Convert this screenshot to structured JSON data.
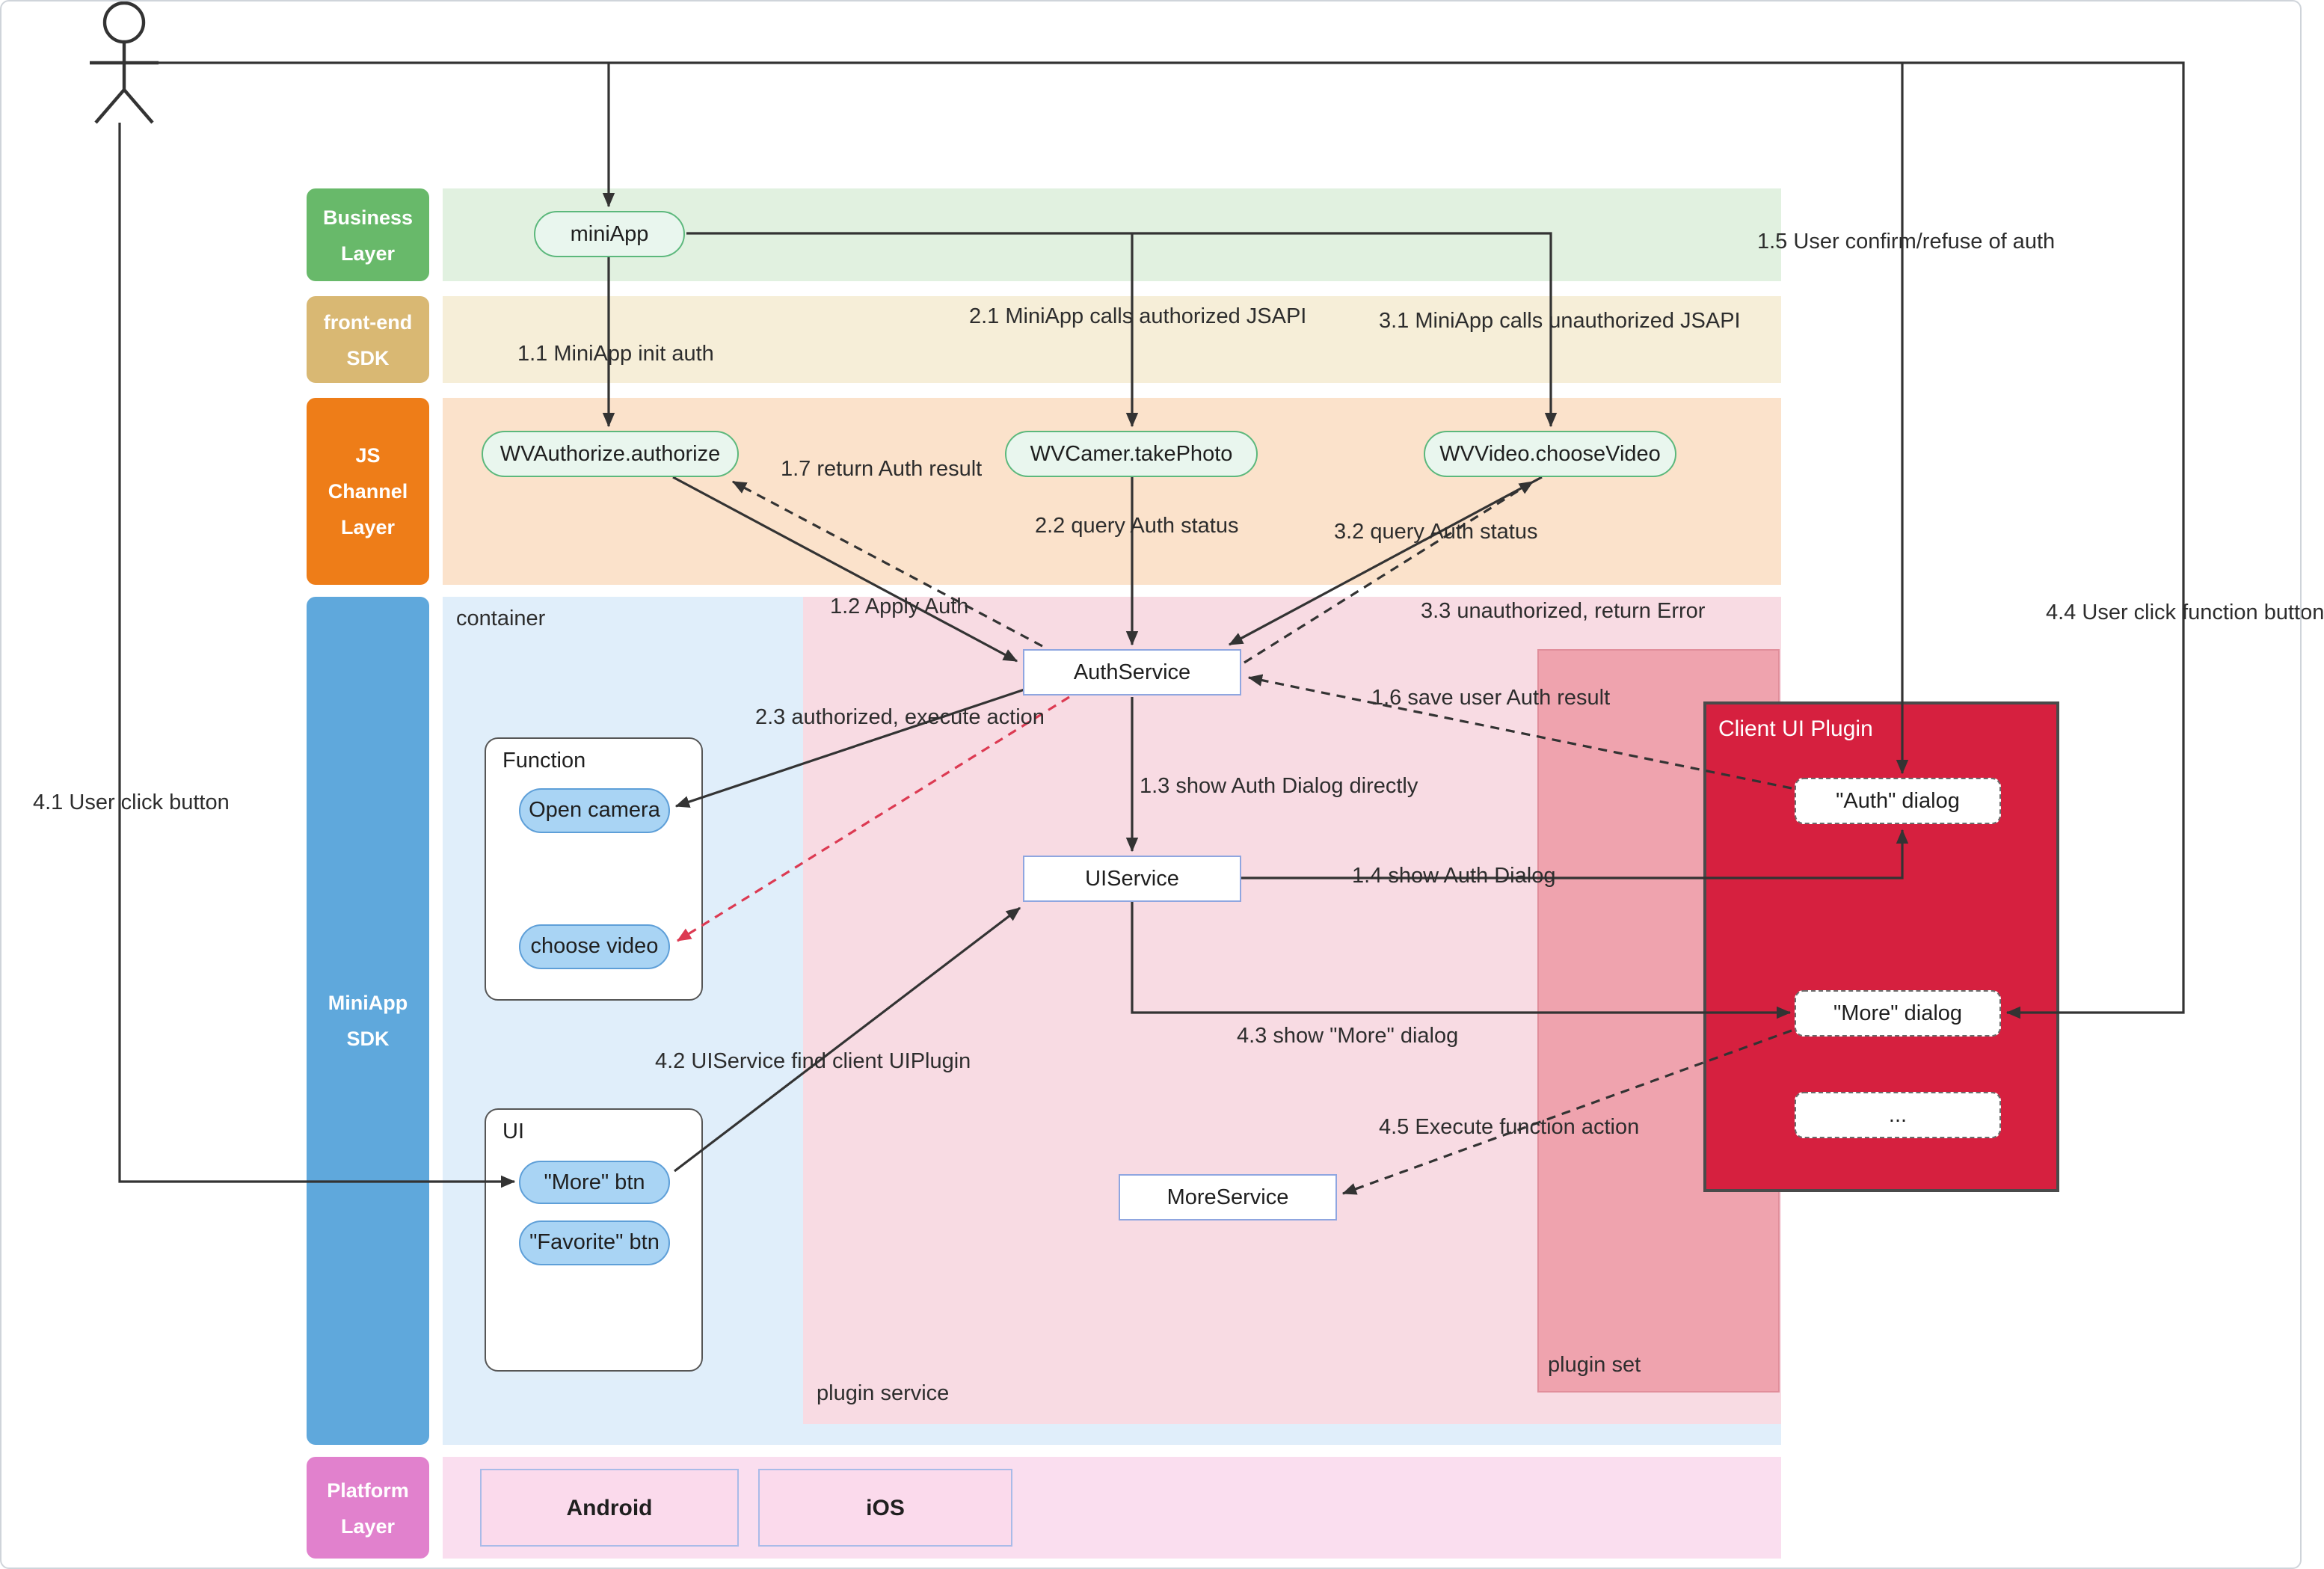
{
  "layers": {
    "business": {
      "line1": "Business",
      "line2": "Layer"
    },
    "frontend": {
      "line1": "front-end",
      "line2": "SDK"
    },
    "jschannel": {
      "line1": "JS",
      "line2": "Channel",
      "line3": "Layer"
    },
    "miniapp": {
      "line1": "MiniApp",
      "line2": "SDK"
    },
    "platform": {
      "line1": "Platform",
      "line2": "Layer"
    }
  },
  "regions": {
    "container": "container",
    "plugin_service": "plugin service",
    "plugin_set": "plugin set",
    "client_ui_plugin": "Client UI Plugin",
    "function_group": "Function",
    "ui_group": "UI"
  },
  "nodes": {
    "mini_app": "miniApp",
    "wv_authorize": "WVAuthorize.authorize",
    "wv_camer": "WVCamer.takePhoto",
    "wv_video": "WVVideo.chooseVideo",
    "auth_service": "AuthService",
    "ui_service": "UIService",
    "more_service": "MoreService",
    "open_camera": "Open camera",
    "choose_video": "choose video",
    "more_btn": "\"More\" btn",
    "favorite_btn": "\"Favorite\" btn",
    "auth_dialog": "\"Auth\" dialog",
    "more_dialog": "\"More\" dialog",
    "more_items": "...",
    "android": "Android",
    "ios": "iOS"
  },
  "edges": {
    "e1_1": "1.1 MiniApp init auth",
    "e1_2": "1.2 Apply Auth",
    "e1_3": "1.3 show Auth Dialog directly",
    "e1_4": "1.4 show Auth Dialog",
    "e1_5": "1.5 User confirm/refuse of auth",
    "e1_6": "1.6 save user Auth result",
    "e1_7": "1.7 return Auth result",
    "e2_1": "2.1 MiniApp calls authorized JSAPI",
    "e2_2": "2.2 query Auth status",
    "e2_3": "2.3 authorized, execute action",
    "e3_1": "3.1 MiniApp calls unauthorized JSAPI",
    "e3_2": "3.2 query Auth status",
    "e3_3": "3.3 unauthorized, return Error",
    "e4_1": "4.1 User click button",
    "e4_2": "4.2 UIService find client UIPlugin",
    "e4_3": "4.3 show \"More\" dialog",
    "e4_4": "4.4 User click function button",
    "e4_5": "4.5 Execute function action"
  },
  "colors": {
    "business_tab": "#68b96a",
    "business_band": "#e1f1e0",
    "frontend_tab": "#d9b873",
    "frontend_band": "#f6eed8",
    "js_channel_tab": "#ee7d18",
    "js_channel_band": "#fbe2cb",
    "miniapp_tab": "#5fa8dc",
    "miniapp_band": "#e0eefa",
    "platform_tab": "#e181cd",
    "platform_band": "#fadeef",
    "plugin_service": "#f8dbe3",
    "plugin_set": "#efa3ae",
    "client_ui_plugin": "#d6203f",
    "arrow": "#333333",
    "arrow_red": "#dc3a52"
  }
}
